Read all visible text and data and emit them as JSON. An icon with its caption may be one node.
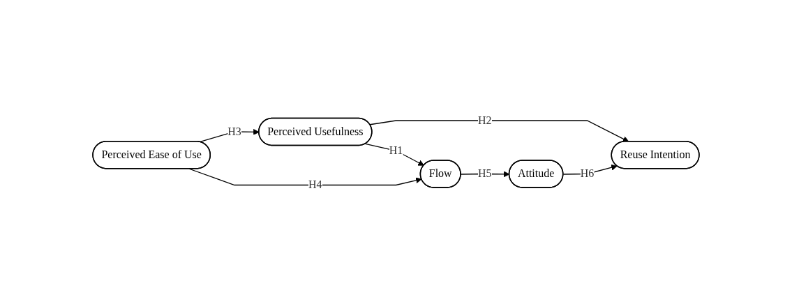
{
  "diagram": {
    "nodes": [
      {
        "text": [
          "Perceived Usefulness"
        ]
      },
      {
        "text": [
          "Perceived Ease of Use"
        ]
      },
      {
        "text": [
          "Flow"
        ]
      },
      {
        "text": [
          "Attitude"
        ]
      },
      {
        "text": [
          "Reuse Intention"
        ]
      }
    ],
    "edges": [
      {
        "from": 0,
        "to": 2,
        "arrow": "to",
        "label": "H1"
      },
      {
        "from": 0,
        "to": 4,
        "arrow": "to",
        "label": "H2"
      },
      {
        "from": 1,
        "to": 0,
        "arrow": "to",
        "label": "H3"
      },
      {
        "from": 1,
        "to": 2,
        "arrow": "to",
        "label": "H4"
      },
      {
        "from": 2,
        "to": 3,
        "arrow": "to",
        "label": "H5"
      },
      {
        "from": 3,
        "to": 4,
        "arrow": "to",
        "label": "H6"
      }
    ]
  }
}
